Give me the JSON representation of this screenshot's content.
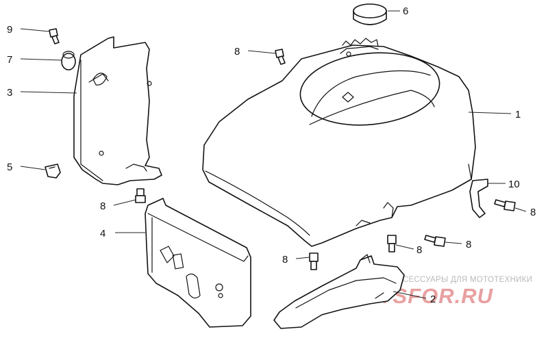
{
  "diagram": {
    "callouts": [
      {
        "id": "c1",
        "label": "1"
      },
      {
        "id": "c2",
        "label": "2"
      },
      {
        "id": "c3",
        "label": "3"
      },
      {
        "id": "c4",
        "label": "4"
      },
      {
        "id": "c5",
        "label": "5"
      },
      {
        "id": "c6",
        "label": "6"
      },
      {
        "id": "c7",
        "label": "7"
      },
      {
        "id": "c8a",
        "label": "8"
      },
      {
        "id": "c8b",
        "label": "8"
      },
      {
        "id": "c8c",
        "label": "8"
      },
      {
        "id": "c8d",
        "label": "8"
      },
      {
        "id": "c8e",
        "label": "8"
      },
      {
        "id": "c8f",
        "label": "8"
      },
      {
        "id": "c9",
        "label": "9"
      },
      {
        "id": "c10",
        "label": "10"
      }
    ]
  },
  "watermark": {
    "tagline": "ЗАПЧАСТИ И АКСЕССУАРЫ ДЛЯ МОТОТЕХНИКИ",
    "logo_text": "PARTSFOR.RU",
    "colors": {
      "red": "#e8a0a0",
      "grey": "#c4c4c4"
    }
  }
}
